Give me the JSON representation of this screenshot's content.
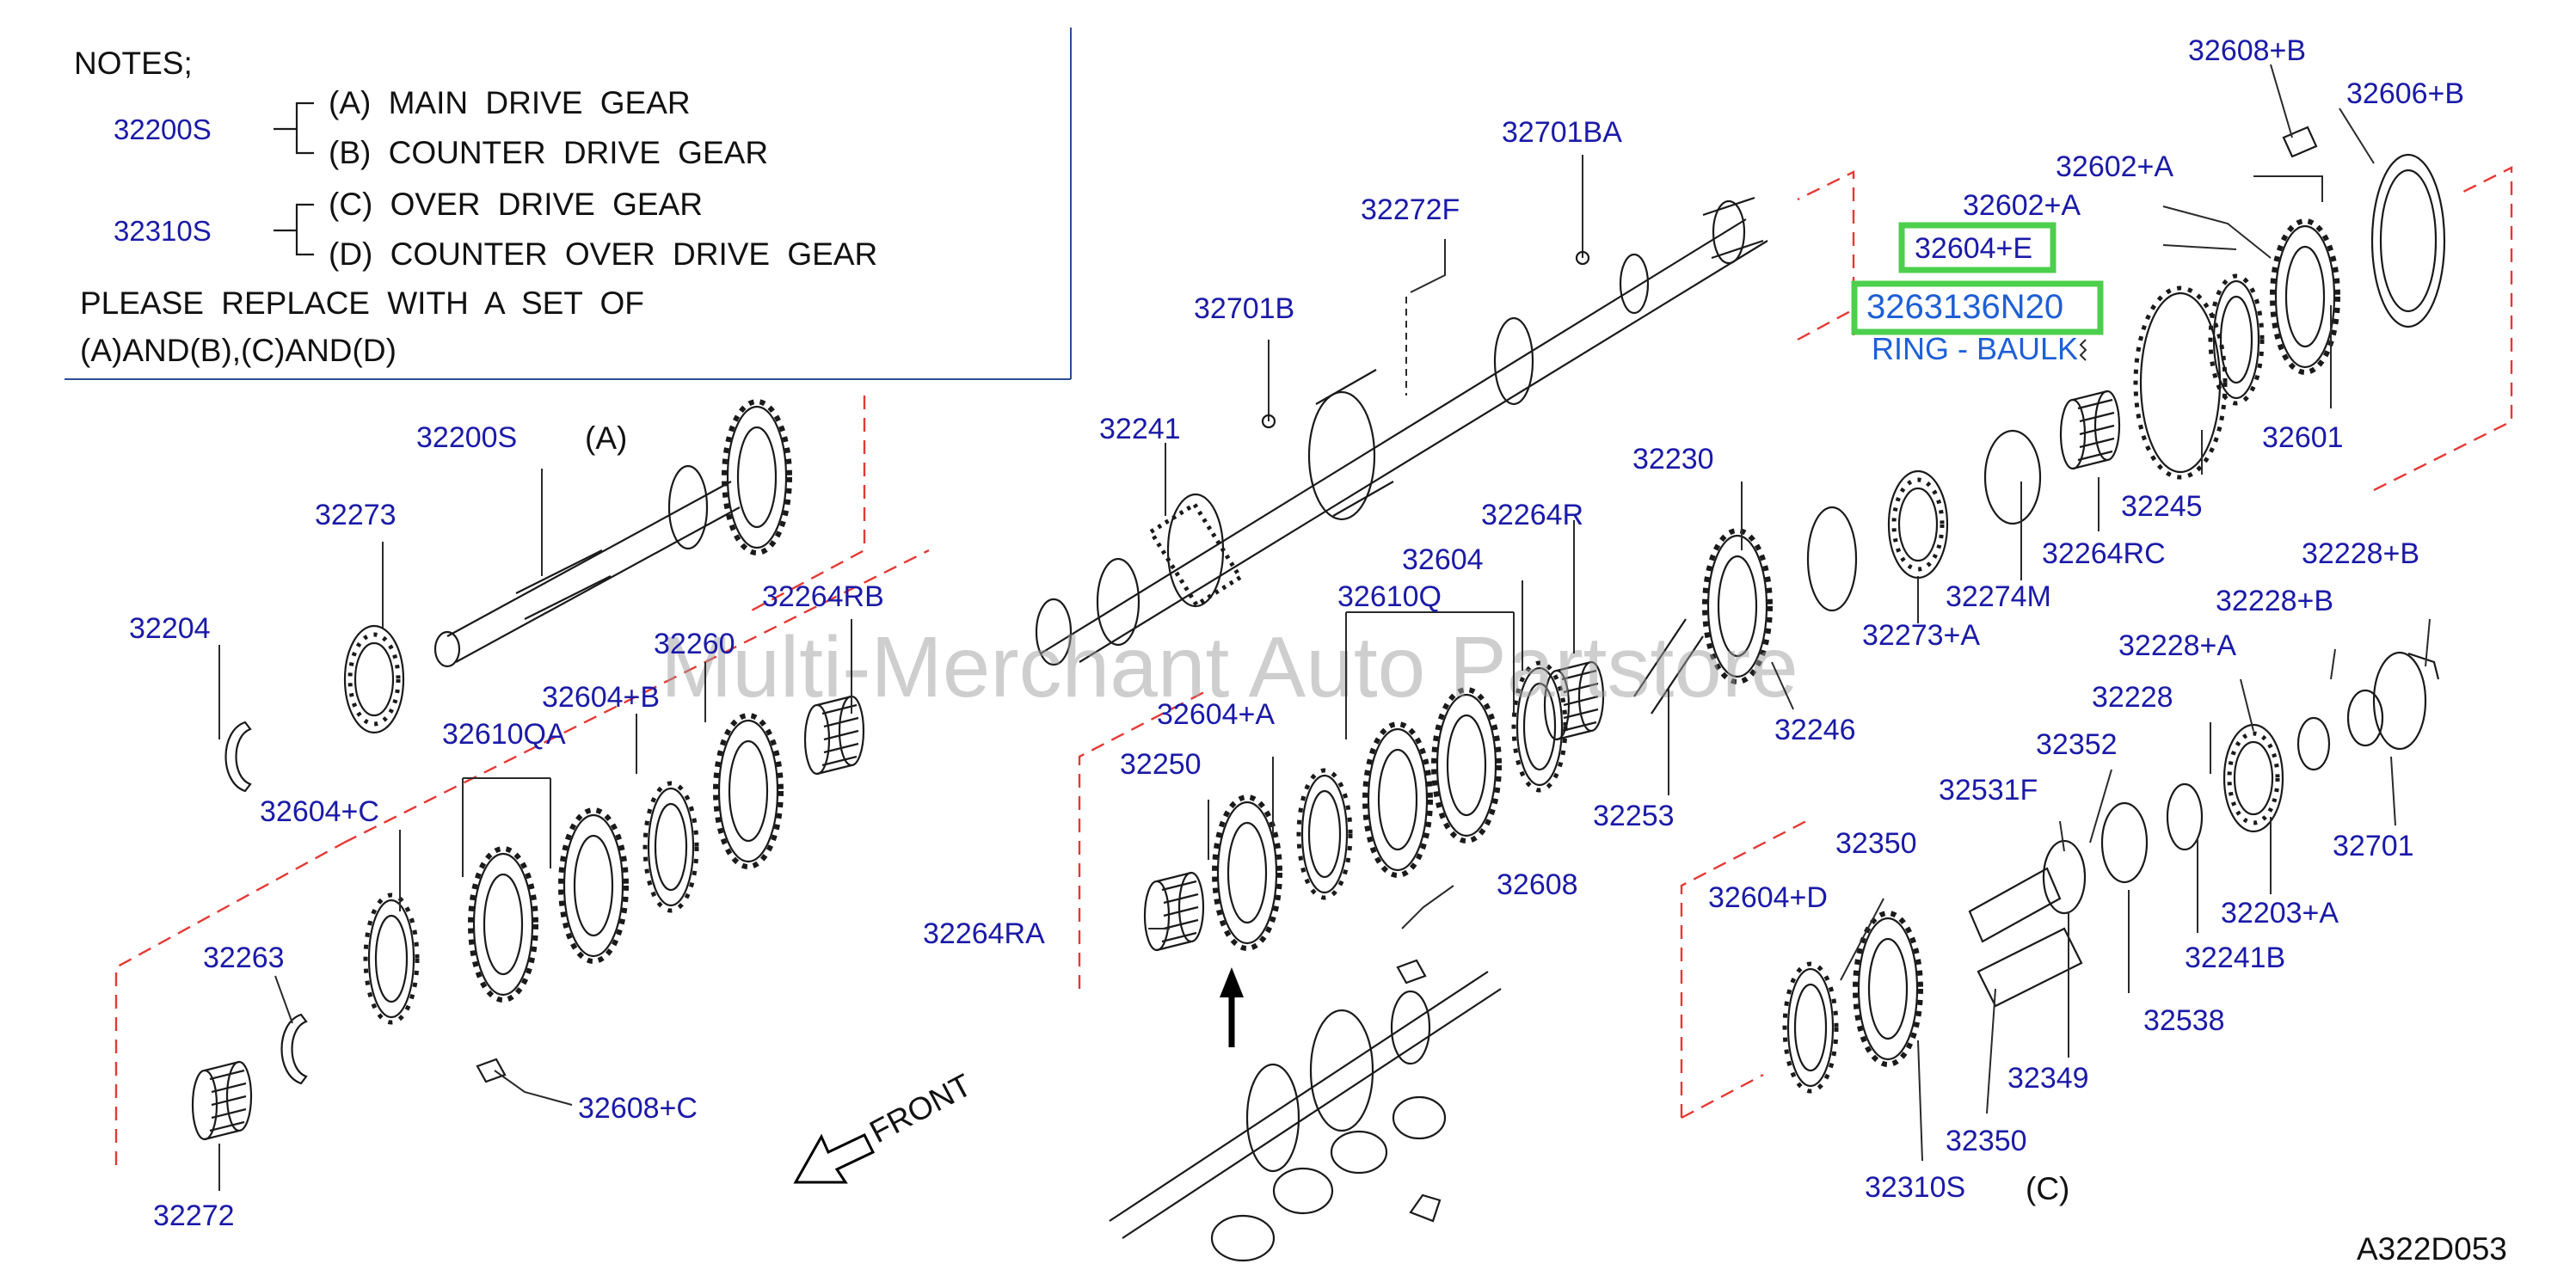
{
  "notes": {
    "heading": "NOTES;",
    "groups": [
      {
        "code": "32200S",
        "items": [
          "(A)  MAIN  DRIVE  GEAR",
          "(B)  COUNTER  DRIVE  GEAR"
        ]
      },
      {
        "code": "32310S",
        "items": [
          "(C)  OVER  DRIVE  GEAR",
          "(D)  COUNTER  OVER  DRIVE  GEAR"
        ]
      }
    ],
    "instruction_line1": "PLEASE  REPLACE  WITH  A  SET  OF",
    "instruction_line2": "(A)AND(B),(C)AND(D)"
  },
  "highlight": {
    "selected_code": "32604+E",
    "part_number": "3263136N20",
    "part_name": "RING - BAULK",
    "border_color": "#4ccf4c",
    "text_color": "#1f5fd6"
  },
  "watermark": "Multi-Merchant Auto Partstore",
  "figure_code": "A322D053",
  "front_label": "FRONT",
  "letters": [
    "(A)",
    "(C)"
  ],
  "callouts": [
    "32608+B",
    "32606+B",
    "32701BA",
    "32602+A",
    "32602+A",
    "32272F",
    "32701B",
    "32241",
    "32230",
    "32264R",
    "32604",
    "32610Q",
    "32601",
    "32245",
    "32264RC",
    "32274M",
    "32200S",
    "32273",
    "32204",
    "32260",
    "32264RB",
    "32604+B",
    "32610QA",
    "32604+C",
    "32263",
    "32272",
    "32608+C",
    "32604+A",
    "32250",
    "32264RA",
    "32608",
    "32253",
    "32246",
    "32273+A",
    "32228+B",
    "32228+B",
    "32228+A",
    "32228",
    "32352",
    "32531F",
    "32350",
    "32604+D",
    "32701",
    "32203+A",
    "32241B",
    "32538",
    "32349",
    "32350",
    "32310S"
  ],
  "colors": {
    "callout": "#1a1aa8",
    "guide_dash": "#e53935",
    "ink": "#1a1a1a"
  }
}
